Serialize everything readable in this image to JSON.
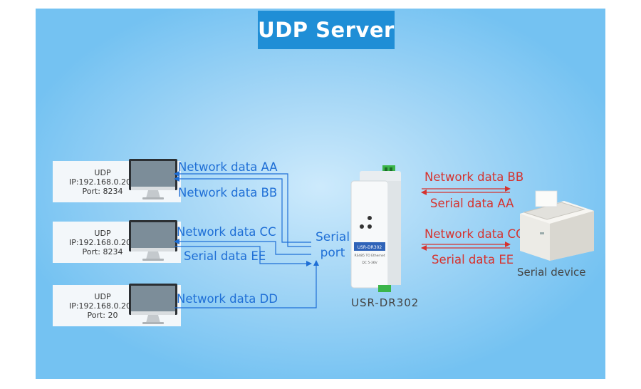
{
  "title": "UDP Server",
  "clients": [
    {
      "protocol": "UDP",
      "ip": "IP:192.168.0.200",
      "port": "Port:  8234"
    },
    {
      "protocol": "UDP",
      "ip": "IP:192.168.0.201",
      "port": "Port:  8234"
    },
    {
      "protocol": "UDP",
      "ip": "IP:192.168.0.201",
      "port": "Port:  20"
    }
  ],
  "left_labels": {
    "net_aa": "Network data AA",
    "net_bb": "Network data BB",
    "net_cc": "Network data CC",
    "serial_ee": "Serial data EE",
    "net_dd": "Network data DD"
  },
  "serial_port": {
    "line1": "Serial",
    "line2": "port"
  },
  "device_name": "USR-DR302",
  "device_text": {
    "brand": "USR-DR302",
    "subtitle": "RS485 TO Ethernet",
    "power": "DC 5-36V"
  },
  "right_labels": {
    "net_bb": "Network data BB",
    "serial_aa": "Serial data AA",
    "net_cc": "Network data CC",
    "serial_ee": "Serial data EE"
  },
  "serial_device": "Serial device",
  "colors": {
    "accent": "#1f8ed6",
    "line_blue": "#1f6fd6",
    "line_red": "#d6322e",
    "background": "#a6d7f6"
  }
}
